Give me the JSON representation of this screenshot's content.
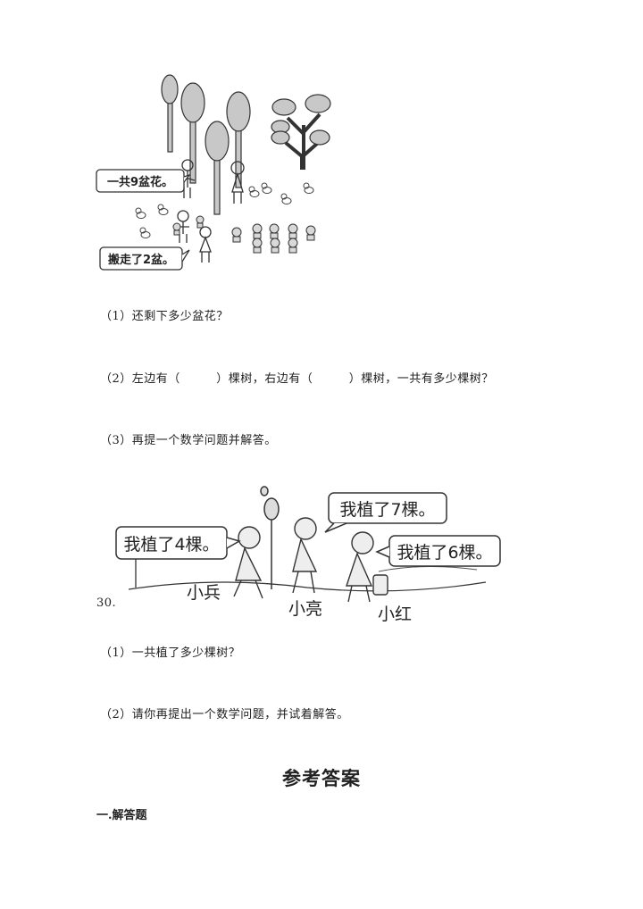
{
  "figure1": {
    "bubble_total": "一共9盆花。",
    "bubble_moved": "搬走了2盆。"
  },
  "q29": {
    "sub1": "（1）还剩下多少盆花？",
    "sub2": "（2）左边有（　　　）棵树，右边有（　　　）棵树，一共有多少棵树？",
    "sub3": "（3）再提一个数学问题并解答。"
  },
  "q30": {
    "number": "30.",
    "figure": {
      "bubble_1": "我植了7棵。",
      "bubble_2": "我植了4棵。",
      "bubble_3": "我植了6棵。",
      "name_1": "小兵",
      "name_2": "小亮",
      "name_3": "小红"
    },
    "sub1": "（1）一共植了多少棵树？",
    "sub2": "（2）请你再提出一个数学问题，并试着解答。"
  },
  "answer_title": "参考答案",
  "section_title": "一.解答题",
  "colors": {
    "ink": "#222222",
    "line": "#333333",
    "fill_gray": "#bdbdbd"
  },
  "icons": [
    "tree-icon",
    "flower-pot-icon",
    "chick-icon",
    "child-icon"
  ]
}
